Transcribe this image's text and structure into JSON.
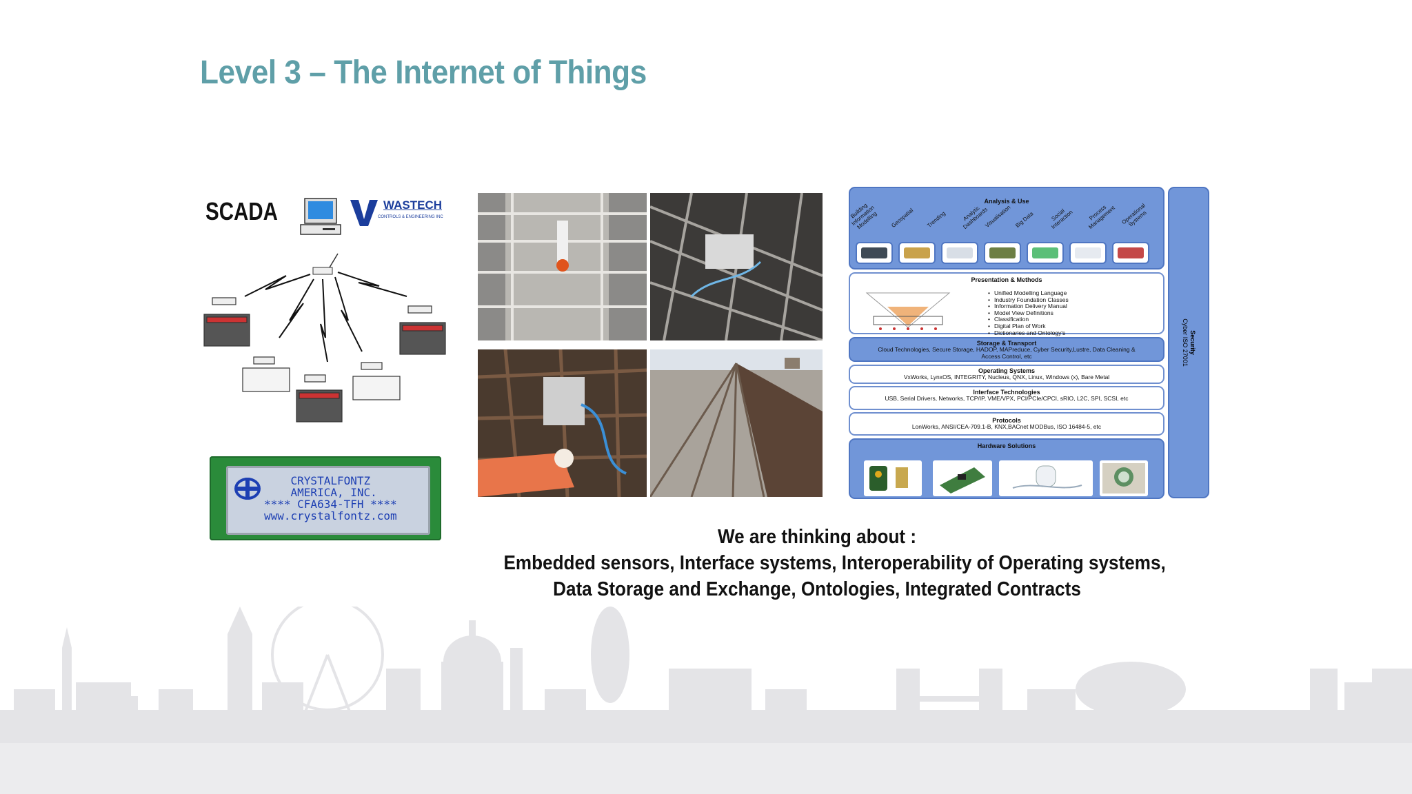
{
  "slide": {
    "title": "Level 3 – The Internet of Things"
  },
  "scada": {
    "title": "SCADA",
    "logo_name": "WASTECH",
    "logo_tagline": "CONTROLS & ENGINEERING INC"
  },
  "lcd": {
    "lines": "CRYSTALFONTZ\n AMERICA, INC.\n**** CFA634-TFH ****\nwww.crystalfontz.com"
  },
  "architecture": {
    "analysis": {
      "title": "Analysis & Use",
      "categories": [
        "Building\nInformation\nModelling",
        "Geospatial",
        "Trending",
        "Analytic\nDashboards",
        "Visualisation",
        "Big Data",
        "Social\nInteraction",
        "Process\nManagement",
        "Operational\nSystems"
      ]
    },
    "presentation": {
      "title": "Presentation & Methods",
      "items": [
        "Unified Modelling Language",
        "Industry Foundation Classes",
        "Information Delivery Manual",
        "Model View Definitions",
        "Classification",
        "Digital Plan of Work",
        "Dictionaries and Ontology's"
      ]
    },
    "storage": {
      "title": "Storage & Transport",
      "text": "Cloud Technologies, Secure Storage, HADOP, MAPreduce, Cyber Security,Lustre, Data Cleaning & Access Control, etc"
    },
    "os": {
      "title": "Operating Systems",
      "text": "VxWorks, LynxOS, INTEGRITY, Nucleus, QNX, Linux, Windows (x), Bare Metal"
    },
    "interface": {
      "title": "Interface Technologies",
      "text": "USB, Serial Drivers, Networks, TCP/IP, VME/VPX, PCI/PCIe/CPCI, sRIO, L2C, SPI, SCSI, etc"
    },
    "protocols": {
      "title": "Protocols",
      "text": "LonWorks, ANSI/CEA-709.1-B, KNX,BACnet MODBus,  ISO 16484-5, etc"
    },
    "hardware": {
      "title": "Hardware Solutions"
    },
    "security": {
      "title": "Security",
      "subtitle": "Cyber ISO 27001"
    }
  },
  "caption": {
    "line1": "We are thinking about :",
    "line2": "Embedded sensors, Interface systems, Interoperability of Operating systems,",
    "line3": "Data Storage and Exchange, Ontologies, Integrated Contracts"
  },
  "colors": {
    "title": "#5f9fa8",
    "diagram_blue": "#7196d9",
    "skyline": "#e3e3e6"
  }
}
